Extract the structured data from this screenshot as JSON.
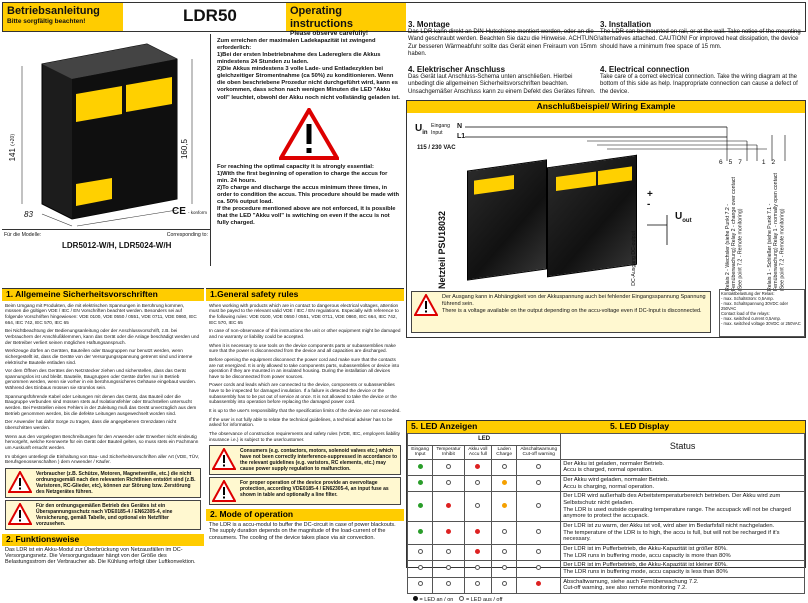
{
  "header": {
    "left_title": "Betriebsanleitung",
    "left_sub": "Bitte sorgfältig beachten!",
    "model": "LDR50",
    "right_title": "Operating instructions",
    "right_sub": "Please observe carefully!"
  },
  "dims": {
    "d141": "141",
    "d141b": "(+20)",
    "d1605": "160,5",
    "d83": "83",
    "konform": "- konform"
  },
  "models": {
    "left_label": "Für die Modelle:",
    "right_label": "Corresponding to:",
    "names": "LDR5012-W/H, LDR5024-W/H"
  },
  "warning_de": "Zum erreichen der maximalen Ladekapazität ist zwingend erforderlich:\n1)Bei der ersten Inbetriebnahme des Ladereglers die Akkus mindestens 24 Stunden zu laden.\n2)Die Akkus mindestens 3 volle Lade- und Entladezyklen bei gleichzeitiger Stromentnahme (ca 50%) zu konditionieren. Wenn die oben beschriebene Prozedur nicht durchgeführt wird, kann es vorkommen, dass schon nach wenigen Minuten die LED \"Akku voll\" leuchtet, obwohl der Akku noch nicht vollständig geladen ist.",
  "warning_en": "For reaching the optimal capacity it is strongly essential:\n1)With the first beginning of operation to charge the accus for min. 24 hours.\n2)To charge and discharge the accus minimum three times, in order to condition the accus. This procedure should be made with ca. 50% output load.\nIf the procedure mentioned above are not enforced, it is possible that the LED \"Akku voll\" is switching on even if the accu is not fully charged.",
  "s3de": {
    "title": "3. Montage",
    "text": "Das LDR kann direkt an DIN-Hutschiene montiert werden, oder an die Wand geschraubt werden. Beachten Sie dazu die Hinweise. ACHTUNG! Zur besseren Wärmeabfuhr sollte das Gerät einen Freiraum von 15mm haben."
  },
  "s3en": {
    "title": "3. Installation",
    "text": "The LDR can be mounted on rail, or at the wall. Take notice of the mounting alternatives attached. CAUTION! For improved heat dissipation, the device should have a minimum free space of 15 mm."
  },
  "s4de": {
    "title": "4. Elektrischer Anschluss",
    "text": "Das Gerät laut Anschluss-Schema unten anschließen. Hierbei unbedingt die allgemeinen Sicherheitsvorschriften beachten. Unsachgemäßer Anschluss kann zu einem Defekt des Gerätes führen."
  },
  "s4en": {
    "title": "4. Electrical connection",
    "text": "Take care of a correct electrical connection. Take the wiring diagram at the bottom of this side as help. Inappropriate connection can cause a defect of the device."
  },
  "wiring": {
    "title": "Anschlußbeispiel/ Wiring Example",
    "uin": "U",
    "uin_sub": "in",
    "eingang": "Eingang",
    "input": "Input",
    "n": "N",
    "l1": "L1",
    "voltage": "115 / 230 VAC",
    "netzteil": "Netzteil PSU18032",
    "dc_ausgang": "DC-Ausgang DC-output",
    "uout": "U",
    "uout_sub": "out",
    "relay2": "Relais 2 - Wechsler (siehe Punkt 7.2 - Fernüberwachung) Relay 2 - change over contact (See point 7.2 - Remote monitoring)",
    "relay1": "Relais 1 - Schließer (siehe Punkt 7.1 - Fernüberwachung) Relay 1 - normally open contact (See point 7.2 - Remote monitoring)",
    "terminals": [
      "6",
      "5",
      "7",
      "1",
      "2"
    ],
    "plus": "+",
    "minus": "-",
    "contact_text": "Kontaktbelastung der Relais:\n- max. Schaltstrom: 0,5Amp.\n- max. Schaltspannung 30VDC oder 250VAC\nContact load of the relays:\n- max. switched current 0,5Amp.\n- max. switched voltage 30VDC or 250VAC",
    "note": "Der Ausgang kann in Abhängigkeit von der Akkuspannung auch bei fehlender Eingangsspannung Spannung führend sein.\nThere is a voltage available on the output depending on the accu-voltage even if DC-Input is disconnected."
  },
  "s1de": {
    "title": "1. Allgemeine Sicherheitsvorschriften",
    "p1": "Beim Umgang mit Produkten, die mit elektrischen Spannungen in Berührung kommen, müssen die gültigen VDE / IEC / EN Vorschriften beachtet werden. Besonders sei auf folgende Vorschriften hingewiesen: VDE 0100, VDE 0550 / 0551, VDE 0711, VDE 0860, IEC 664, IEC 742, IEC 570, IEC 65",
    "p2": "Bei Nichtbeachtung der Bedienungsanleitung oder der Anschlussvorschrift, z.B. bei Verbrauchern der Anschlußklemmen, kann das Gerät oder die Anlage beschädigt werden und der Betreiber verliert seinen möglichen Haftungsanspruch.",
    "p3": "Werkzeuge dürfen an Geräten, Bauteilen oder Baugruppen nur benutzt werden, wenn sichergestellt ist, dass die Geräte von der Versorgungsspannung getrennt sind und interne elektrische Bauteile entladen sind.",
    "p4": "Vor dem Öffnen des Gerätes den Netzstecker ziehen und sicherstellen, dass das Gerät spannungslos ist und bleibt. Bauteile, Baugruppen oder Geräte dürfen nur in Betrieb genommen werden, wenn sie vorher in ein berührungssicheres Gehäuse eingebaut wurden. Während des Einbaus müssen sie stromlos sein.",
    "p5": "Spannungsführende Kabel oder Leitungen mit denen das Gerät, das Bauteil oder die Baugruppe verbunden sind müssen stets auf Isolationsfehler oder Bruchstellen untersucht werden. Bei Feststellen eines Fehlers in der Zuleitung muß das Gerät unverzüglich aus dem Betrieb genommen werden, bis die defekte Leitungen ausgewechselt worden sind.",
    "p6": "Der Anwender hat dafür Sorge zu tragen, dass die angegebenen Grenzdaten nicht überschritten werden.",
    "p7": "Wenn aus den vorgelegten Beschreibungen für den Anwender oder Erwerber nicht eindeutig hervorgeht, welche Kennwerte für ein Gerät oder Bauteil gelten, so muss stets ein Fachmann um Auskunft ersucht werden.",
    "p8": "Im übrigen unterliegt die Einhaltung von Bau- und Sicherheitsvorschriften aller Art (VDE, TÜV, Berufsgenossenschaften ) dem Anwender / Käufer.",
    "warn1": "Verbraucher (z.B. Schütze, Motoren, Magnetventile, etc.) die nicht ordnungsgemäß nach den relevanten Richtlinien entstört sind (z.B. Varistoren, RC-Glieder, etc), können zur Störung bzw. Zerstörung des Netzgerätes führen.",
    "warn2": "Für den ordnungsgemäßen Betrieb des Gerätes ist ein Überspannungsschutz nach VDE0185-4 / EN62305-4, eine Versicherung, gemäß Tabelle, und optional ein Netzfilter vorzusehen."
  },
  "s2de": {
    "title": "2. Funktionsweise",
    "text": "Das LDR ist ein Akku-Modul zur Überbrückung von Netzausfällen im DC-Versorgungsnetz. Die Versorgungsdauer hängt von der Größe des Belastungsstrom der Verbraucher ab. Die Kühlung erfolgt über Luftkonvektion."
  },
  "s1en": {
    "title": "1.General safety rules",
    "p1": "When working with products which are in contact to dangerous electrical voltages, attention must be payed to the relevant valid VDE / IEC / EN regulations. Especially with reference to the following rules: VDE 0100, VDE 0550 / 0551, VDE 0711, VDE 0860, IEC 664, IEC 742, IEC 570, IEC 65",
    "p2": "In case of non-observance of this instructions the unit or other equipment might be damaged and no warranty or liability could be accepted.",
    "p3": "When it is necessary to use tools on the device components parts or subassemblies make sure that the power is disconnected from the device and all capacities are discharged.",
    "p4": "Before opening the equipment disconnect the power cord and make sure that the contacts are not energized. It is only allowed to take components parts, subassemblies or device into operation if they are mounted in an insulated housing. During the installation all devices have to be disconnected from power sources.",
    "p5": "Power cords and leads which are connected to the device, components or subassemblies have to be inspected for damaged insulation. If a failure is detected the device or the subassembly has to be put out of service at once. It is not allowed to take the device or the subassembly into operation before replacing the damaged power cord.",
    "p6": "It is up to the user's responsibility that the specification limits of the device are not exceeded.",
    "p7": "If the user is not fully able to relate the technical guidelines, a technical adviser has to be asked for information.",
    "p8": "The observance of construction requirements and safety rules (VDE, IEC, employers liability insurance i.e.) is subject to the user/customer.",
    "warn1": "Consumers (e.g. contactors, motors, solenoid valves etc.) which have not been correctly interference-suppressed in accordance to the relevant guidelines (e.g. varistors, RC elements, etc.) may cause power supply regulation to malfunction.",
    "warn2": "For proper operation of the device provide an overvoltage protection, according VDE0185-4 / EN62305-4, an input fuse as shown in table and optionally a line filter."
  },
  "s2en": {
    "title": "2. Mode of operation",
    "text": "The LDR is a accu-moduI to buffer the DC-circuit in case of power blackouts. The supply duration depends on the magnitude of the load-current of the consumers. The cooling of the device takes place via air convection."
  },
  "led": {
    "title_de": "5. LED Anzeigen",
    "title_en": "5. LED Display",
    "group": "LED",
    "headers": [
      "Eingang Input",
      "Temperatur Inhibit",
      "Akku voll Accu full",
      "Laden Charge",
      "Abschaltwarnung Cut-off warning"
    ],
    "status_header": "Status",
    "rows": [
      {
        "dots": [
          "g",
          "w",
          "r",
          "w",
          "w"
        ],
        "status": "Der Akku ist geladen, normaler Betrieb.\nAccu is charged, normal operation."
      },
      {
        "dots": [
          "g",
          "w",
          "w",
          "o",
          "w"
        ],
        "status": "Der Akku wird geladen, normaler Betrieb.\nAccu is charging, normal operation."
      },
      {
        "dots": [
          "g",
          "r",
          "w",
          "o",
          "w"
        ],
        "status": "Der LDR wird außerhalb des Arbeitstemperaturbereich betrieben. Der Akku wird zum Selbstschutz nicht geladen.\nThe LDR is used outside operating temperature range. The accupack will not be charged anymore to protect the accupack."
      },
      {
        "dots": [
          "g",
          "r",
          "r",
          "w",
          "w"
        ],
        "status": "Der LDR ist zu warm, der Akku ist voll, wird aber im Bedarfsfall nicht nachgeladen.\nThe temperature of the LDR is to high, the accu is full, but will not be recharged if it's necessary."
      },
      {
        "dots": [
          "w",
          "w",
          "r",
          "w",
          "w"
        ],
        "status": "Der LDR ist im Pufferbetrieb, die Akku-Kapazität ist größer 80%.\nThe LDR runs in buffering mode, accu capacity is more than 80%"
      },
      {
        "dots": [
          "w",
          "w",
          "w",
          "w",
          "w"
        ],
        "status": "Der LDR ist im Pufferbetrieb, die Akku-Kapazität ist kleiner 80%.\nThe LDR runs in buffering mode, accu capacity is less than 80%"
      },
      {
        "dots": [
          "w",
          "w",
          "w",
          "w",
          "r"
        ],
        "status": "Abschaltwarnung, siehe auch Fernüberwachung 7.2.\nCut-off warning, see also remote monitoring 7.2."
      }
    ],
    "legend_on": "= LED an / on",
    "legend_off": "= LED aus / off"
  }
}
